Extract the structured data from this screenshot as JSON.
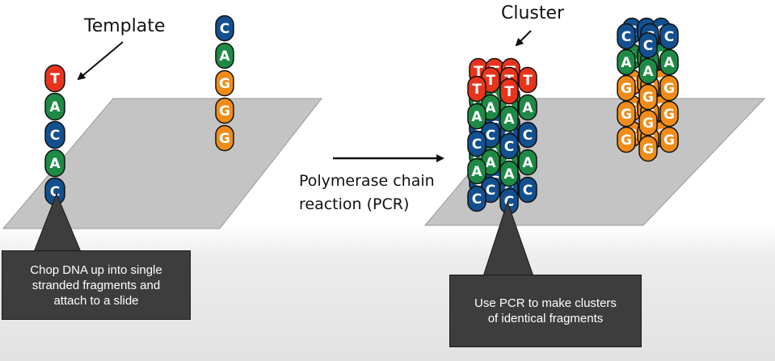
{
  "labels": {
    "template": "Template",
    "cluster": "Cluster",
    "pcr_line1": "Polymerase chain",
    "pcr_line2": "reaction (PCR)"
  },
  "callouts": {
    "left": "Chop DNA up into single\nstranded fragments and\nattach to a slide",
    "right": "Use PCR to make clusters\nof identical fragments"
  },
  "base_colors": {
    "T": "#e8341c",
    "A": "#1e8a45",
    "C": "#13508f",
    "G": "#ef8c1a"
  },
  "strands": {
    "template": [
      "T",
      "A",
      "C",
      "A",
      "C"
    ],
    "free_fragment": [
      "C",
      "A",
      "G",
      "G",
      "G"
    ],
    "cluster_rows": [
      "T",
      "A",
      "C",
      "A",
      "C"
    ],
    "right_cluster_rows": [
      "C",
      "A",
      "G",
      "G",
      "G"
    ]
  }
}
